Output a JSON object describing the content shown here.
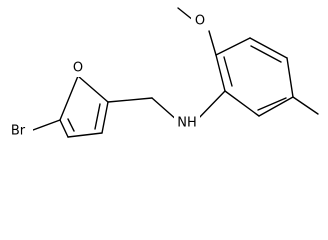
{
  "molecule": {
    "atoms": {
      "bromine": "Br",
      "furan_oxygen": "O",
      "methoxy_oxygen": "O",
      "amine": "NH"
    }
  },
  "colors": {
    "bond": "#000000",
    "label": "#000000",
    "background": "#ffffff"
  }
}
